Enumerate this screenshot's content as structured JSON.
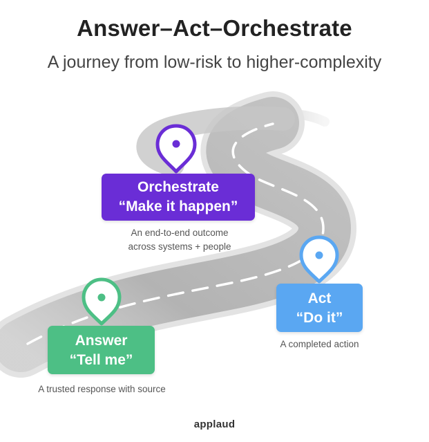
{
  "header": {
    "title": "Answer–Act–Orchestrate",
    "subtitle": "A journey from low-risk to higher-complexity"
  },
  "stages": {
    "orchestrate": {
      "name": "Orchestrate",
      "tagline": "“Make it happen”",
      "description_line1": "An end-to-end outcome",
      "description_line2": "across systems + people",
      "color": "#6a2dd6",
      "icon": "map-pin-icon"
    },
    "act": {
      "name": "Act",
      "tagline": "“Do it”",
      "description": "A completed action",
      "color": "#5aa7f2",
      "icon": "map-pin-icon"
    },
    "answer": {
      "name": "Answer",
      "tagline": "“Tell me”",
      "description": "A trusted response with source",
      "color": "#4dbf85",
      "icon": "map-pin-icon"
    }
  },
  "colors": {
    "road": "#b5b5b5",
    "road_edge": "#e6e6e6",
    "road_dash": "#ffffff"
  },
  "footer": {
    "brand": "applaud"
  }
}
